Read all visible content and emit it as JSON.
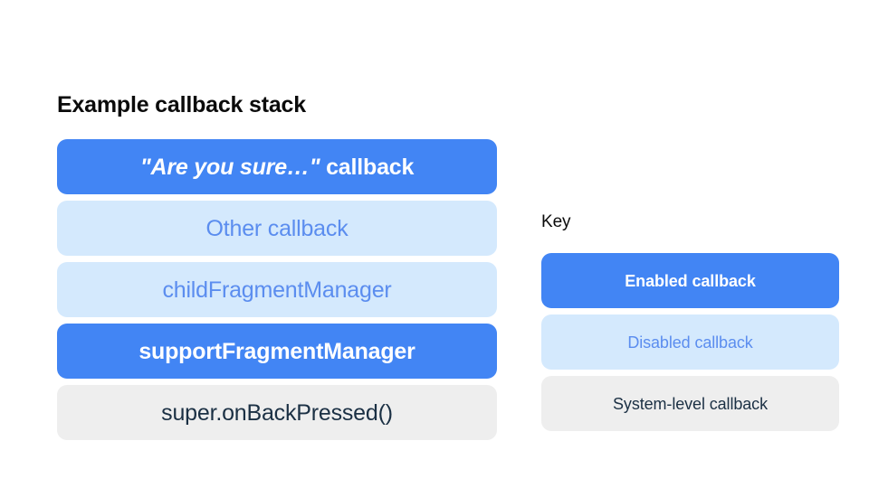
{
  "stack": {
    "title": "Example callback stack",
    "bars": [
      {
        "quoted_text": "\"Are you sure…\"",
        "trailing_text": " callback",
        "state": "enabled"
      },
      {
        "label": "Other callback",
        "state": "disabled"
      },
      {
        "label": "childFragmentManager",
        "state": "disabled"
      },
      {
        "label": "supportFragmentManager",
        "state": "enabled"
      },
      {
        "label": "super.onBackPressed()",
        "state": "system"
      }
    ]
  },
  "key": {
    "title": "Key",
    "items": [
      {
        "label": "Enabled callback",
        "state": "enabled"
      },
      {
        "label": "Disabled callback",
        "state": "disabled"
      },
      {
        "label": "System-level callback",
        "state": "system"
      }
    ]
  },
  "colors": {
    "enabled_fill": "#4285f4",
    "enabled_text": "#ffffff",
    "disabled_fill": "#d4e9fd",
    "disabled_text": "#5b8def",
    "system_fill": "#eeeeee",
    "system_text": "#1b3044",
    "page_background": "#ffffff",
    "title_text": "#0b0b0b"
  }
}
